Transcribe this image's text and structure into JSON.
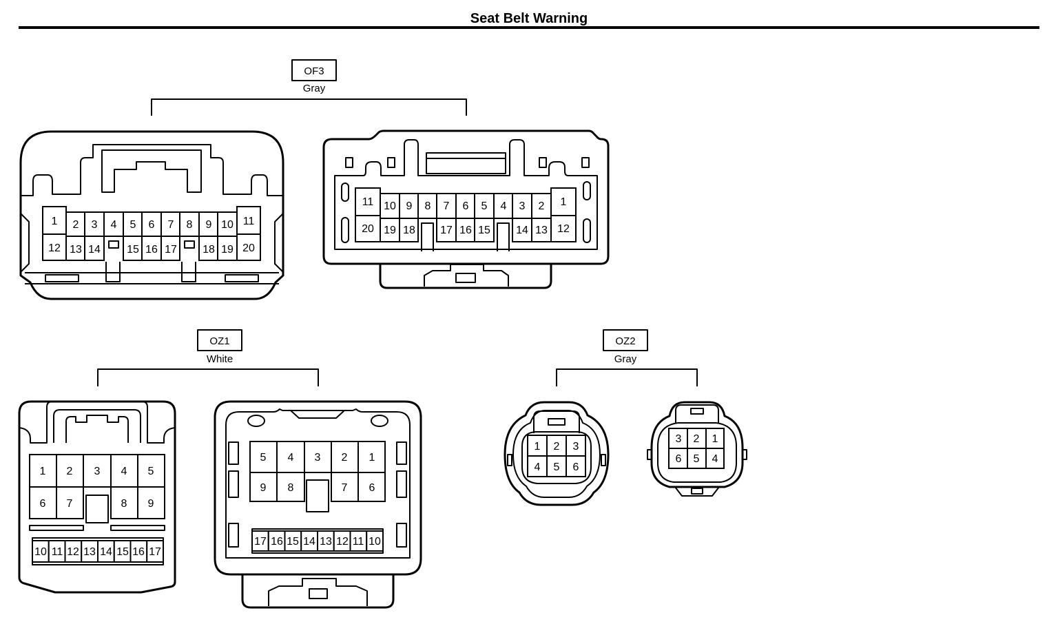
{
  "title": "Seat Belt Warning",
  "connectors": {
    "of3": {
      "id": "OF3",
      "color": "Gray",
      "female_pins": [
        "1",
        "2",
        "3",
        "4",
        "5",
        "6",
        "7",
        "8",
        "9",
        "10",
        "11",
        "12",
        "13",
        "14",
        "15",
        "16",
        "17",
        "18",
        "19",
        "20"
      ],
      "male_pins": [
        "11",
        "10",
        "9",
        "8",
        "7",
        "6",
        "5",
        "4",
        "3",
        "2",
        "1",
        "20",
        "19",
        "18",
        "17",
        "16",
        "15",
        "14",
        "13",
        "12"
      ]
    },
    "oz1": {
      "id": "OZ1",
      "color": "White",
      "female_pins": [
        "1",
        "2",
        "3",
        "4",
        "5",
        "6",
        "7",
        "8",
        "9",
        "10",
        "11",
        "12",
        "13",
        "14",
        "15",
        "16",
        "17"
      ],
      "male_pins": [
        "5",
        "4",
        "3",
        "2",
        "1",
        "9",
        "8",
        "7",
        "6",
        "17",
        "16",
        "15",
        "14",
        "13",
        "12",
        "11",
        "10"
      ]
    },
    "oz2": {
      "id": "OZ2",
      "color": "Gray",
      "female_pins": [
        "1",
        "2",
        "3",
        "4",
        "5",
        "6"
      ],
      "male_pins": [
        "3",
        "2",
        "1",
        "6",
        "5",
        "4"
      ]
    }
  }
}
